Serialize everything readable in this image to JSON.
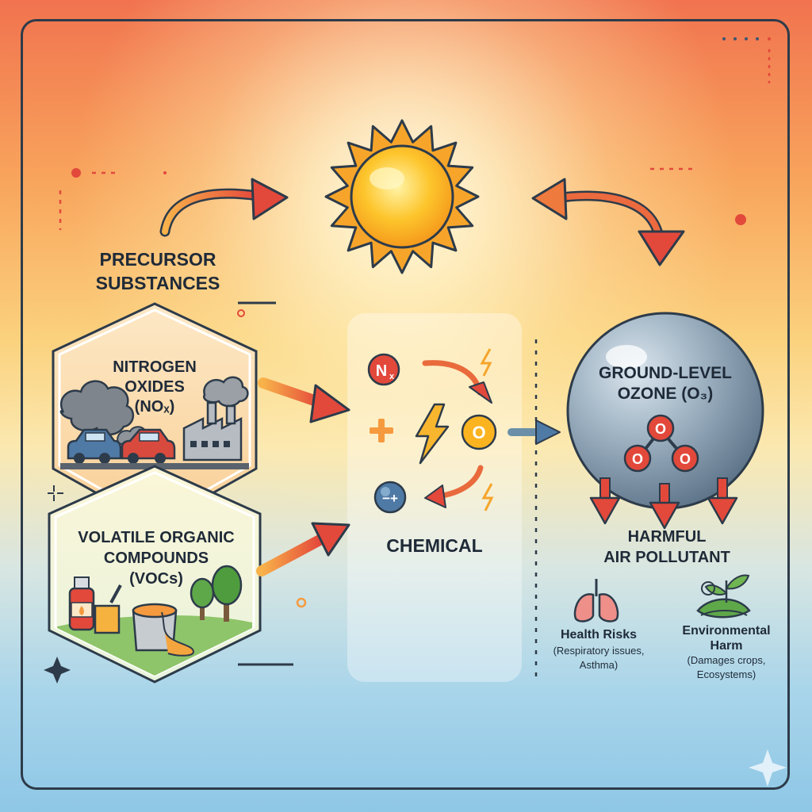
{
  "labels": {
    "precursor_line1": "PRECURSOR",
    "precursor_line2": "SUBSTANCES",
    "nox_line1": "NITROGEN",
    "nox_line2": "OXIDES",
    "nox_line3": "(NOₓ)",
    "voc_line1": "VOLATILE ORGANIC",
    "voc_line2": "COMPOUNDS",
    "voc_line3": "(VOCs)",
    "chemical": "CHEMICAL",
    "ozone_line1": "GROUND-LEVEL",
    "ozone_line2": "OZONE (O₃)",
    "harmful_line1": "HARMFUL",
    "harmful_line2": "AIR POLLUTANT",
    "health_title": "Health Risks",
    "health_line1": "(Respiratory issues,",
    "health_line2": "Asthma)",
    "env_title_line1": "Environmental",
    "env_title_line2": "Harm",
    "env_line1": "(Damages crops,",
    "env_line2": "Ecosystems)"
  },
  "molecules": {
    "nx_symbol": "N",
    "nx_sub": "x",
    "o_symbol": "O",
    "ion_symbol": "−+",
    "ozone_atom": "O"
  },
  "colors": {
    "sun": "#fbb41f",
    "arrow_red": "#e2493b",
    "arrow_orange": "#f59a3e",
    "ozone_sphere": "#7f95a8",
    "outline": "#2d3b4a"
  }
}
